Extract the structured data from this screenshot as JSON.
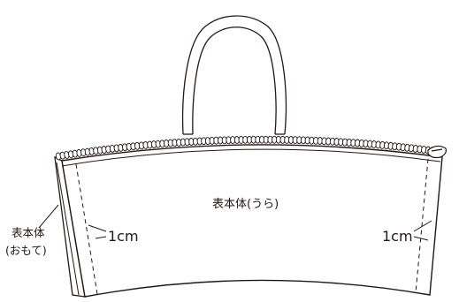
{
  "labels": {
    "center": "表本体(うら)",
    "side_line1": "表本体",
    "side_line2": "(おもて)",
    "seam_left": "1cm",
    "seam_right": "1cm"
  },
  "colors": {
    "stroke": "#231815",
    "fill": "#ffffff"
  }
}
